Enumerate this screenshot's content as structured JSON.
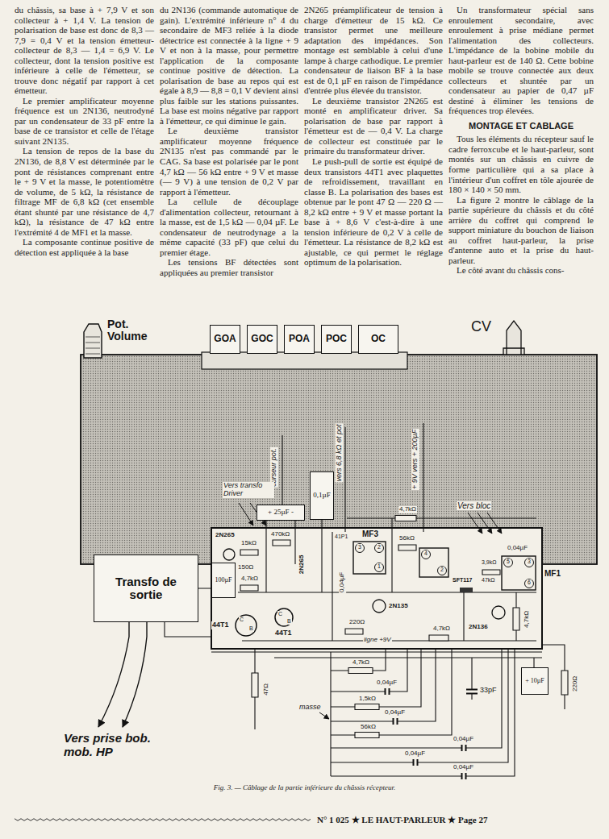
{
  "diagram": {
    "caption": "Fig. 3. — Câblage de la partie inférieure du châssis récepteur.",
    "nodes": [
      {
        "text": [
          "GOA"
        ]
      },
      {
        "text": [
          "GOC"
        ]
      },
      {
        "text": [
          "POA"
        ]
      },
      {
        "text": [
          "POC"
        ]
      },
      {
        "text": [
          "OC"
        ]
      },
      {
        "text": [
          "Transfo de sortie"
        ]
      },
      {
        "text": [
          "+ 25µF -"
        ]
      },
      {
        "text": [
          "0,1µF"
        ]
      },
      {
        "text": [
          "100µF"
        ]
      },
      {
        "text": [
          "+ 10µF"
        ]
      }
    ],
    "labels": [
      "du châssis, sa base à + 7,9 V et son collecteur à + 1,4 V. La tension de polarisation de base est donc de 8,3 — 7,9 = 0,4 V et la tension émetteur-collecteur de 8,3 — 1,4 = 6,9 V. Le collecteur, dont la tension positive est inférieure à celle de l'émetteur, se trouve donc négatif par rapport à cet émetteur.",
      "Le premier amplificateur moyenne fréquence est un 2N136, neutrodyné par un condensateur de 33 pF entre la base de ce transistor et celle de l'étage suivant 2N135.",
      "La tension de repos de la base du 2N136, de 8,8 V est déterminée par le pont de résistances comprenant entre le + 9 V et la masse, le potentiomètre de volume, de 5 kΩ, la résistance de filtrage MF de 6,8 kΩ (cet ensemble étant shunté par une résistance de 4,7 kΩ), la résistance de 47 kΩ entre l'extrémité 4 de MF1 et la masse.",
      "La composante continue positive de détection est appliquée à la base",
      "du 2N136 (commande automatique de gain). L'extrémité inférieure n° 4 du secondaire de MF3 reliée à la diode détectrice est connectée à la ligne + 9 V et non à la masse, pour permettre l'application de la composante continue positive de détection. La polarisation de base au repos qui est égale à 8,9 — 8,8 = 0,1 V devient ainsi plus faible sur les stations puissantes. La base est moins négative par rapport à l'émetteur, ce qui diminue le gain.",
      "Le deuxième transistor amplificateur moyenne fréquence 2N135 n'est pas commandé par le CAG. Sa base est polarisée par le pont 4,7 kΩ — 56 kΩ entre + 9 V et masse (— 9 V) à une tension de 0,2 V par rapport à l'émetteur.",
      "La cellule de découplage d'alimentation collecteur, retournant à la masse, est de 1,5 kΩ — 0,04 µF. Le condensateur de neutrodynage a la même capacité (33 pF) que celui du premier étage.",
      "Les tensions BF détectées sont appliquées au premier transistor",
      "2N265 préamplificateur de tension à charge d'émetteur de 15 kΩ. Ce transistor permet une meilleure adaptation des impédances. Son montage est semblable à celui d'une lampe à charge cathodique. Le premier condensateur de liaison BF à la base est de 0,1 µF en raison de l'impédance d'entrée plus élevée du transistor.",
      "Le deuxième transistor 2N265 est monté en amplificateur driver. Sa polarisation de base par rapport à l'émetteur est de — 0,4 V. La charge de collecteur est constituée par le primaire du transformateur driver.",
      "Le push-pull de sortie est équipé de deux transistors 44T1 avec plaquettes de refroidissement, travaillant en classe B. La polarisation des bases est obtenue par le pont 47 Ω — 220 Ω — 8,2 kΩ entre + 9 V et masse portant la base à + 8,6 V c'est-à-dire à une tension inférieure de 0,2 V à celle de l'émetteur. La résistance de 8,2 kΩ est ajustable, ce qui permet le réglage optimum de la polarisation.",
      "Un transformateur spécial sans enroulement secondaire, avec enroulement à prise médiane permet l'alimentation des collecteurs. L'impédance de la bobine mobile du haut-parleur est de 140 Ω. Cette bobine mobile se trouve connectée aux deux collecteurs et shuntée par un condensateur au papier de 0,47 µF destiné à éliminer les tensions de fréquences trop élevées.",
      "MONTAGE ET CABLAGE",
      "Tous les éléments du récepteur sauf le cadre ferroxcube et le haut-parleur, sont montés sur un châssis en cuivre de forme particulière qui a sa place à l'intérieur d'un coffret en tôle ajourée de 180 × 140 × 50 mm.",
      "La figure 2 montre le câblage de la partie supérieure du châssis et du côté arrière du coffret qui comprend le support miniature du bouchon de liaison au coffret haut-parleur, la prise d'antenne auto et la prise du haut-parleur.",
      "Le côté avant du châssis cons-",
      "Pot. Volume",
      "CV",
      "curseur pot.",
      "vers 6,8 kΩ et pot",
      "+ 9V vers + 200µF",
      "Vers transfo Driver",
      "Vers bloc",
      "470kΩ",
      "15kΩ",
      "2N265",
      "2N265",
      "150Ω",
      "4,7kΩ",
      "44T1",
      "44T1",
      "MF3",
      "41P1",
      "56kΩ",
      "4,7kΩ",
      "2N135",
      "0,04µF",
      "220Ω",
      "ligne +9V",
      "4,7kΩ",
      "SFT117",
      "MF1",
      "0,04µF",
      "3,9kΩ",
      "47kΩ",
      "2N136",
      "4,7kΩ",
      "220Ω",
      "4,7kΩ",
      "0,04µF",
      "1,5kΩ",
      "0,04µF",
      "33pF",
      "56kΩ",
      "0,04µF",
      "0,04µF",
      "0,04µF",
      "masse",
      "47Ω",
      "Vers prise bob. mob. HP",
      "3",
      "2",
      "1",
      "4",
      "2",
      "5",
      "3",
      "6",
      "C",
      "B",
      "C",
      "B",
      "N° 1 025 ★ LE HAUT-PARLEUR ★ Page 27"
    ]
  }
}
